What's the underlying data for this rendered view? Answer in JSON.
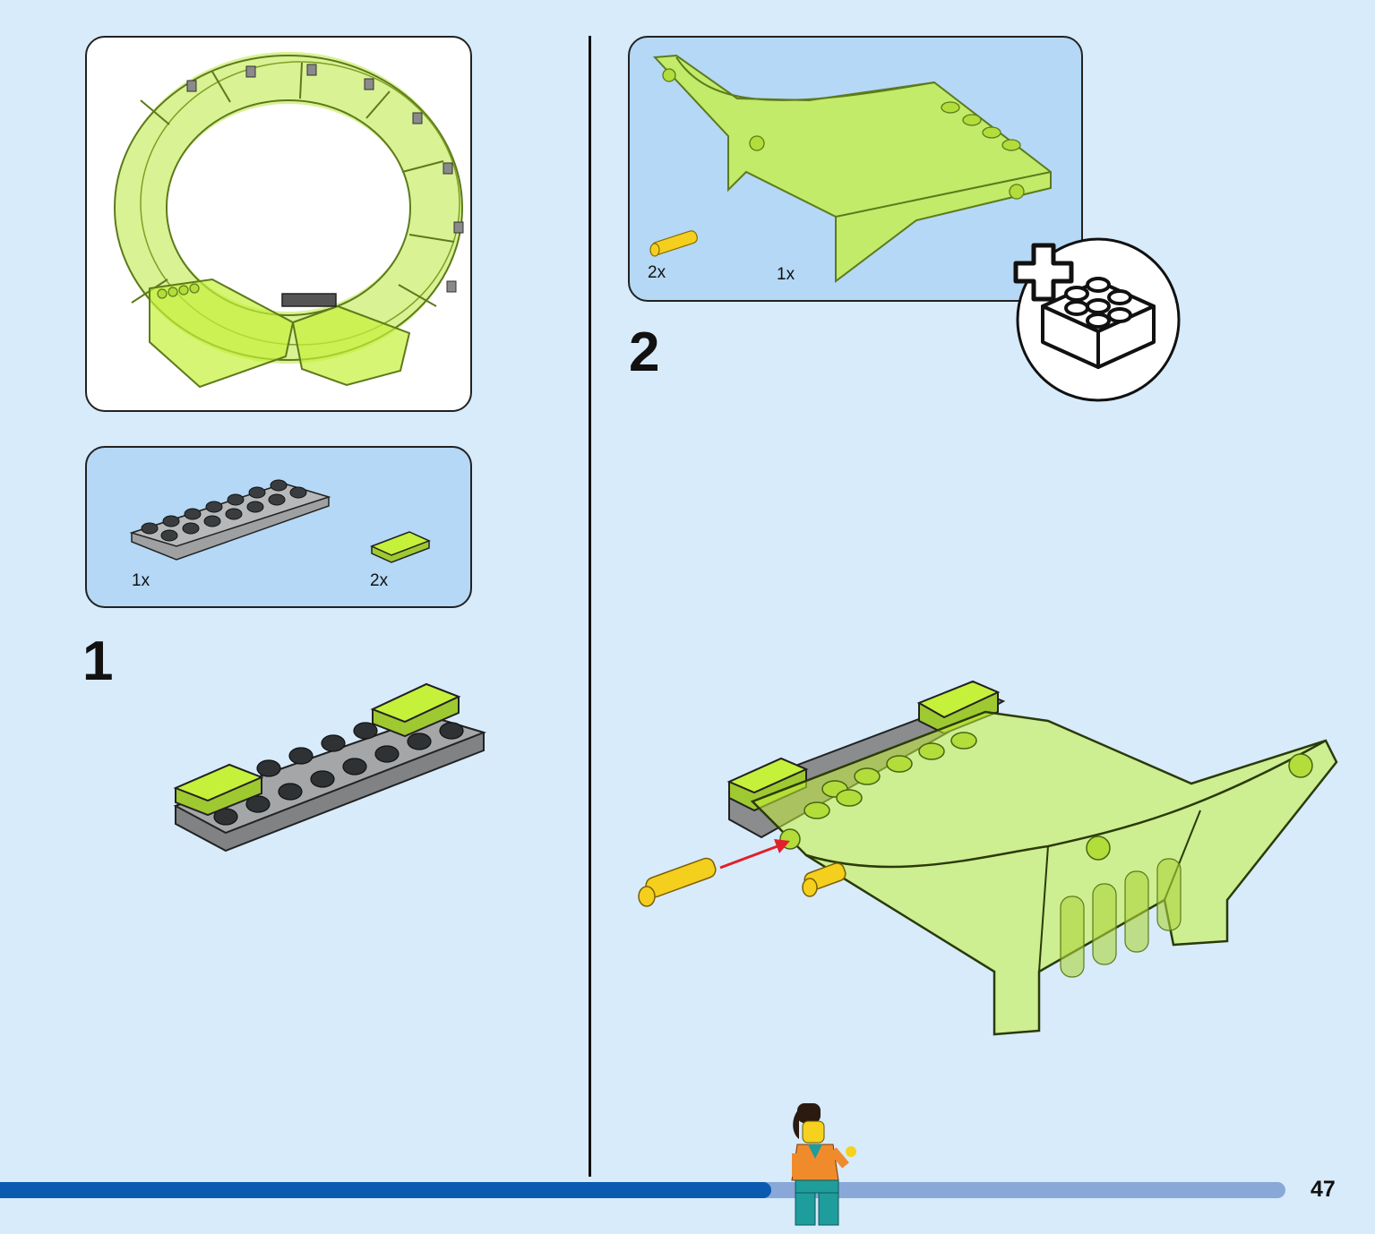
{
  "steps": [
    {
      "number": "1",
      "parts": [
        {
          "qty": "1x"
        },
        {
          "qty": "2x"
        }
      ]
    },
    {
      "number": "2",
      "parts": [
        {
          "qty": "2x"
        },
        {
          "qty": "1x"
        }
      ]
    }
  ],
  "page_number": "47",
  "progress": 0.6,
  "icons": {
    "add_submodel": "plus-brick-icon",
    "figure": "minifigure-icon"
  },
  "colors": {
    "background": "#d7ebfb",
    "parts_panel": "#b4d8f5",
    "lime": "#c5f13a",
    "progress_fill": "#0a5bb0",
    "progress_track": "#89a8d8"
  }
}
